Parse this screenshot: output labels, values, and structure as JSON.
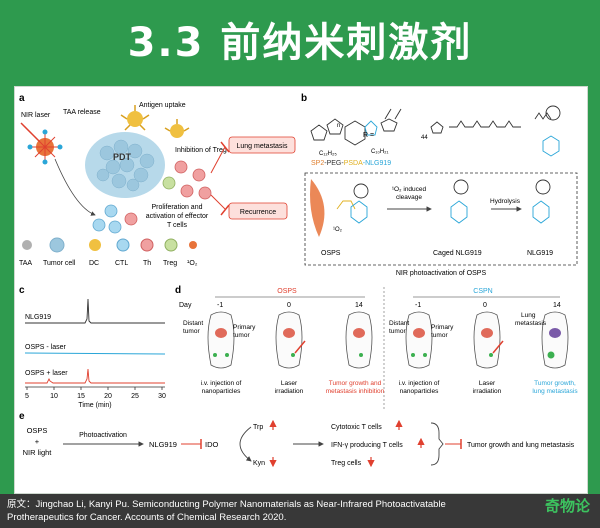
{
  "header": {
    "title": "3.3 前纳米刺激剂"
  },
  "panel_a": {
    "label": "a",
    "nir_laser": "NIR laser",
    "taa_release": "TAA release",
    "antigen_uptake": "Antigen uptake",
    "pdt": "PDT",
    "inhibition_treg": "Inhibition of Treg",
    "lung_metastasis": "Lung metastasis",
    "recurrence": "Recurrence",
    "proliferation": "Proliferation and",
    "activation": "activation of effector",
    "t_cells": "T cells",
    "legend": [
      "TAA",
      "Tumor cell",
      "DC",
      "CTL",
      "Th",
      "Treg",
      "¹O₂"
    ]
  },
  "panel_b": {
    "label": "b",
    "r_label": "R =",
    "n44": "44",
    "n": "n",
    "c10": "C₁₀H₂₁",
    "c12": "C₁₂H₂₅",
    "composite": [
      "SP2",
      "-PEG-",
      "PSDA",
      "-NLG919"
    ],
    "o2_cleavage": "¹O₂ induced",
    "cleavage": "cleavage",
    "hydrolysis": "Hydrolysis",
    "osps": "OSPS",
    "caged": "Caged NLG919",
    "nlg919": "NLG919",
    "o2": "¹O₂",
    "caption": "NIR photoactivation of OSPS"
  },
  "panel_c": {
    "label": "c",
    "traces": [
      "NLG919",
      "OSPS - laser",
      "OSPS + laser"
    ],
    "xlabel": "Time (min)",
    "xticks": [
      "5",
      "10",
      "15",
      "20",
      "25",
      "30"
    ]
  },
  "panel_d": {
    "label": "d",
    "osps": "OSPS",
    "cspn": "CSPN",
    "day": "Day",
    "days": [
      "-1",
      "0",
      "14"
    ],
    "distant": "Distant",
    "tumor": "tumor",
    "primary": "Primary",
    "lung": "Lung",
    "metastasis": "metastasis",
    "iv1": "i.v. injection of",
    "iv2": "nanoparticles",
    "laser1": "Laser",
    "laser2": "irradiation",
    "osps_out1": "Tumor growth and",
    "osps_out2": "metastasis inhibition",
    "cspn_out1": "Tumor growth,",
    "cspn_out2": "lung metastasis"
  },
  "panel_e": {
    "label": "e",
    "osps": "OSPS",
    "plus": "+",
    "nir": "NIR light",
    "photoactivation": "Photoactivation",
    "nlg919": "NLG919",
    "ido": "IDO",
    "trp": "Trp",
    "kyn": "Kyn",
    "cytotoxic": "Cytotoxic T cells",
    "ifn": "IFN-γ producing T cells",
    "treg": "Treg cells",
    "outcome": "Tumor growth and lung metastasis"
  },
  "footer": {
    "line1": "原文：Jingchao Li, Kanyi Pu. Semiconducting Polymer Nanomaterials as Near-Infrared Photoactivatable",
    "line2": "Protherapeutics for Cancer. Accounts of Chemical Research 2020.",
    "logo": "奇物论"
  },
  "colors": {
    "background_green": "#2e9a4e",
    "red": "#e0402f",
    "blue": "#2aa6d8",
    "orange": "#f0a030"
  }
}
